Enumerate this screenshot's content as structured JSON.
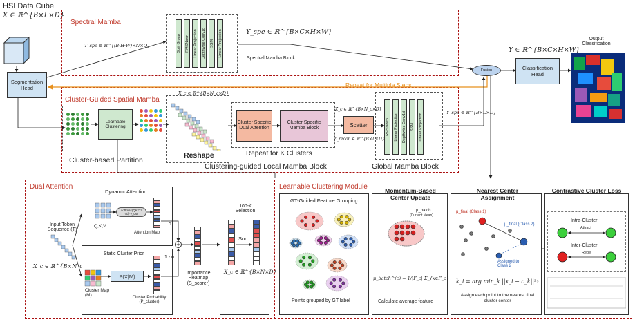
{
  "hsi": {
    "title": "HSI Data Cube",
    "formula": "X ∈ ℝ^{B×L×D}"
  },
  "segmentation_head": "Segmentation Head",
  "spectral": {
    "title": "Spectral Mamba",
    "t_label": "T_spe ∈ ℝ^{(B·H·W)×N×Q}",
    "y_label": "Y_spe ∈ ℝ^{B×C×H×W}",
    "block_label": "Spectral Mamba Block",
    "bars": [
      "Split Group",
      "RMSNorm",
      "Linear Projection",
      "Depthwise Conv1d",
      "SSM",
      "Linear Projection"
    ]
  },
  "output": {
    "title": "Output Classification",
    "y_label": "Y ∈ ℝ^{B×C×H×W}",
    "head": "Classification Head",
    "fusion": "Fusion"
  },
  "repeat_text": "Repeat for Multiple Steps",
  "cluster_guided": {
    "title": "Cluster-Guided Spatial Mamba",
    "learnable": "Learnable Clustering",
    "xc_label": "X_c ∈ ℝ^{B×N_c×D}",
    "reshape": "Reshape",
    "cluster_dual": "Cluster Specific Dual Attention",
    "cluster_mamba": "Cluster Specific Mamba Block",
    "repeat_k": "Repeat for K Clusters",
    "scatter": "Scatter",
    "zc_label": "Z_c ∈ ℝ^{B×N_c×D}",
    "zrecon_label": "Z_recon ∈ ℝ^{B×L×D}",
    "yspa_label": "Y_spa ∈ ℝ^{B×L×D}",
    "global_bars": [
      "RMSNorm",
      "Linear Projection",
      "Depthwise Conv1d",
      "SSM",
      "Linear Projection"
    ],
    "partition_label": "Cluster-based Partition",
    "local_label": "Clustering-guided Local Mamba Block",
    "global_label": "Global Mamba Block"
  },
  "dual_attention": {
    "title": "Dual Attention",
    "input_label": "Input Token Sequence (T)",
    "xc_label": "X_c ∈ ℝ^{B×N_c×D}",
    "dynamic": "Dynamic Attention",
    "qkv": "Q,K,V",
    "softmax": "softmax(QK^T/√d)·v_dst",
    "attention_map": "Attention Map",
    "alpha": "α",
    "one_minus_alpha": "1 - α",
    "static_prior": "Static Cluster Prior",
    "pxm": "P(X|M)",
    "cluster_map": "Cluster Map (M)",
    "cluster_prob": "Cluster Probability (P_cluster)",
    "importance": "Importance Heatmap (S_scorer)",
    "topk": "Top-k Selection",
    "sort": "Sort",
    "xhat_label": "X̂_c ∈ ℝ^{B×Ñ×D}"
  },
  "learnable_module": {
    "title": "Learnable Clustering Module",
    "gt_title": "GT-Guided Feature Grouping",
    "gt_caption": "Points grouped by GT label",
    "momentum_title": "Momentum-Based Center Update",
    "mu_batch": "μ_batch",
    "current_mean": "(Current Mean)",
    "mu_formula": "μ_batch^(c) = 1/|F_c| Σ_{x∈F_c} x",
    "calc_caption": "Calculate average feature",
    "nearest_title": "Nearest Center Assignment",
    "mu_final_1": "μ_final (Class 1)",
    "mu_final_2": "μ_final (Class 2)",
    "assigned": "Assigned to Class 2",
    "k_formula": "k_i = arg min_k ||x_i − c_k||²₂",
    "assign_caption": "Assign each point to the nearest final cluster center",
    "contrastive_title": "Contrastive Cluster Loss",
    "intra": "Intra-Cluster",
    "attract": "Attract",
    "inter": "Inter-Cluster",
    "repel": "Repel"
  },
  "colors": {
    "red_border": "#a11111",
    "orange": "#e8901c",
    "blue_box": "#cfe3f3",
    "pink_box": "#e8c6d8",
    "salmon": "#f4b9a1",
    "green_bar": "#cfe8cf"
  }
}
